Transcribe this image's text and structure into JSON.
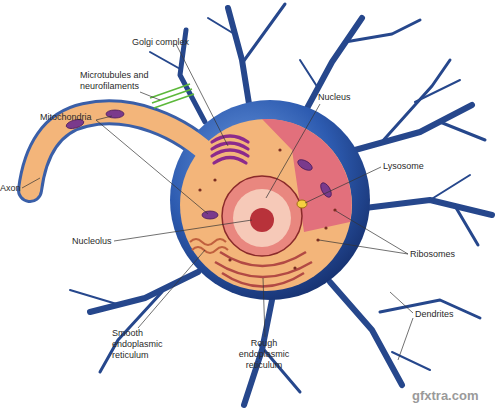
{
  "diagram": {
    "labels": [
      "Golgi complex",
      "Microtubules and neurofilaments",
      "Mitochondria",
      "Axon",
      "Nucleus",
      "Lysosome",
      "Ribosomes",
      "Dendrites",
      "Nucleolus",
      "Smooth endoplasmic reticulum",
      "Rough endoplasmic reticulum",
      "gfxtra.com"
    ]
  }
}
